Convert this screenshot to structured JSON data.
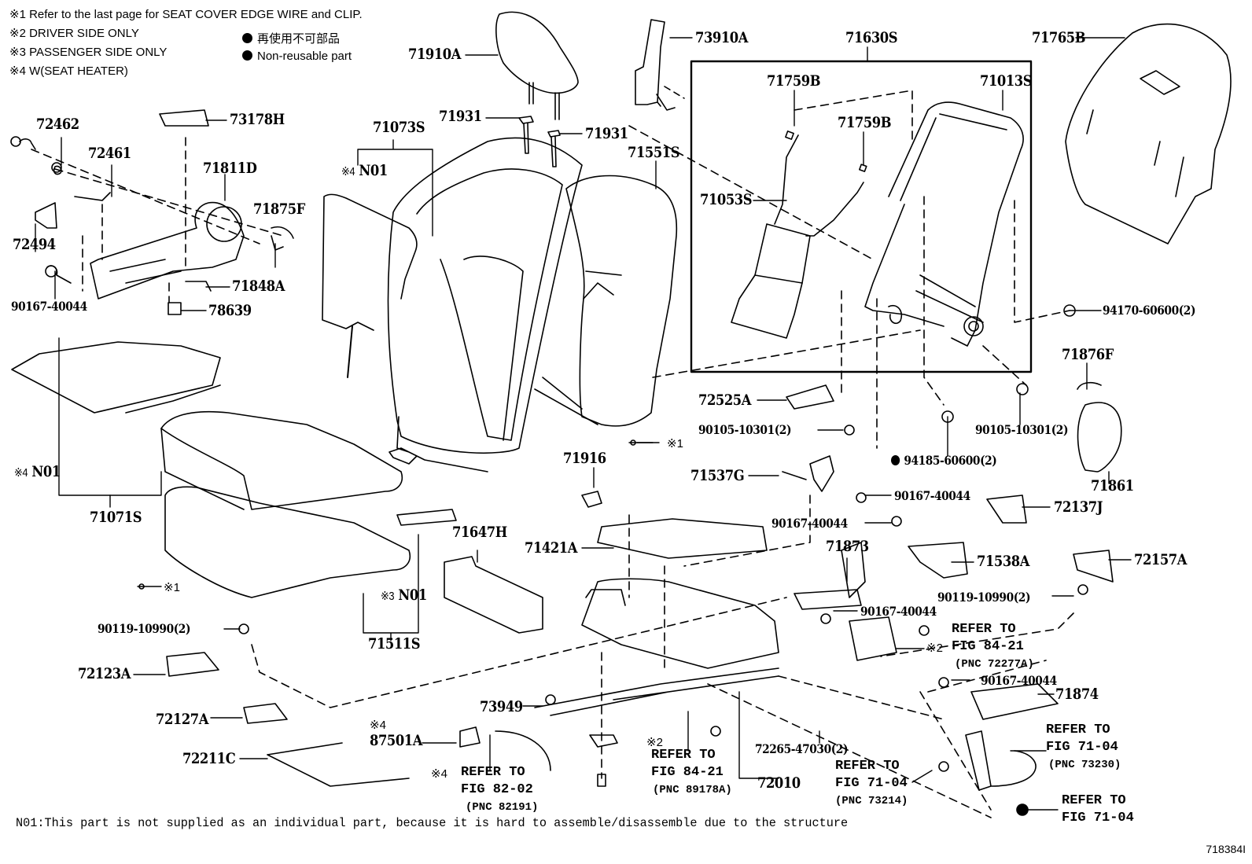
{
  "notes": {
    "items": [
      {
        "mark": "※1",
        "text": "Refer to the last page for SEAT COVER EDGE WIRE and CLIP."
      },
      {
        "mark": "※2",
        "text": "DRIVER SIDE ONLY"
      },
      {
        "mark": "※3",
        "text": "PASSENGER SIDE ONLY"
      },
      {
        "mark": "※4",
        "text": "W(SEAT HEATER)"
      }
    ],
    "legend_jp": "再使用不可部品",
    "legend_en": "Non-reusable part"
  },
  "parts": {
    "p72462": "72462",
    "p72461": "72461",
    "p73178H": "73178H",
    "p71811D": "71811D",
    "p71875F": "71875F",
    "p72494": "72494",
    "p71848A": "71848A",
    "p90167_40044_a": "90167-40044",
    "p78639": "78639",
    "p71910A": "71910A",
    "p71931_a": "71931",
    "p71931_b": "71931",
    "p71073S": "71073S",
    "p71551S": "71551S",
    "p73910A": "73910A",
    "p71630S": "71630S",
    "p71759B_a": "71759B",
    "p71759B_b": "71759B",
    "p71013S": "71013S",
    "p71053S": "71053S",
    "p71765B": "71765B",
    "p94170": "94170-60600(2)",
    "p71876F": "71876F",
    "p72525A": "72525A",
    "p90105_a": "90105-10301(2)",
    "p90105_b": "90105-10301(2)",
    "p94185": "94185-60600(2)",
    "p71861": "71861",
    "p71071S": "71071S",
    "p71916": "71916",
    "p71537G": "71537G",
    "p90167_40044_b": "90167-40044",
    "p72137J": "72137J",
    "p90167_40044_c": "90167-40044",
    "p71647H": "71647H",
    "p71421A": "71421A",
    "p71873": "71873",
    "p71538A": "71538A",
    "p72157A": "72157A",
    "p90119_a": "90119-10990(2)",
    "p90167_40044_d": "90167-40044",
    "p71511S": "71511S",
    "p90119_b": "90119-10990(2)",
    "p72123A": "72123A",
    "p90167_40044_e": "90167-40044",
    "p71874": "71874",
    "p73949": "73949",
    "p72127A": "72127A",
    "p87501A": "87501A",
    "p72211C": "72211C",
    "p72265": "72265-47030(2)",
    "p72010": "72010",
    "n01_4a": "N01",
    "n01_4b": "N01",
    "n01_3": "N01"
  },
  "marks": {
    "m4a": "※4",
    "m4b": "※4",
    "m3": "※3",
    "m1a": "※1",
    "m1b": "※1",
    "m2a": "※2",
    "m2b": "※2",
    "m4c": "※4",
    "m4d": "※4"
  },
  "refs": {
    "r1": {
      "line1": "REFER TO",
      "line2": "FIG 84-21",
      "pnc": "(PNC 72277A)"
    },
    "r2": {
      "line1": "REFER TO",
      "line2": "FIG 71-04",
      "pnc": "(PNC 73230)"
    },
    "r3": {
      "line1": "REFER TO",
      "line2": "FIG 82-02",
      "pnc": "(PNC 82191)"
    },
    "r4": {
      "line1": "REFER TO",
      "line2": "FIG 84-21",
      "pnc": "(PNC 89178A)"
    },
    "r5": {
      "line1": "REFER TO",
      "line2": "FIG 71-04",
      "pnc": "(PNC 73214)"
    },
    "r6": {
      "line1": "REFER TO",
      "line2": "FIG 71-04"
    }
  },
  "footnote": "N01:This part is not supplied as an individual part, because it is hard to assemble/disassemble due to the structure",
  "figure_id": "718384I"
}
